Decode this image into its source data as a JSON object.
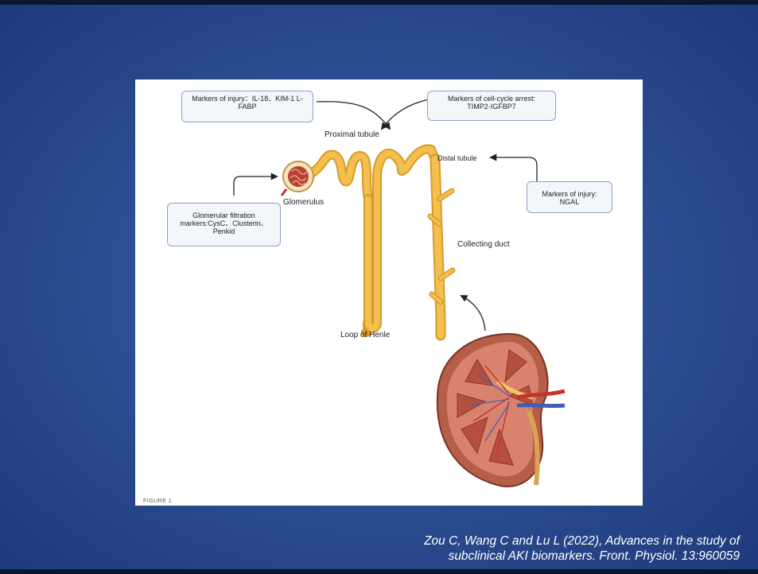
{
  "callouts": {
    "proximal_markers": "Markers of injury：IL-18、KIM-1 L-FABP",
    "cell_cycle_markers": "Markers of cell-cycle arrest: TIMP2·IGFBP7",
    "distal_markers": "Markers of injury: NGAL",
    "glomerular_markers": "Glomerular filtration markers:CysC、Clusterin、Penkid"
  },
  "labels": {
    "proximal_tubule": "Proximal  tubule",
    "distal_tubule": "Distal  tubule",
    "glomerulus": "Glomerulus",
    "collecting_duct": "Collecting duct",
    "loop_of_henle": "Loop of Henle"
  },
  "figure_caption": "FIGURE 1",
  "citation": {
    "line1": "Zou C, Wang C and Lu L (2022), Advances in the study of",
    "line2": "subclinical AKI biomarkers. Front. Physiol. 13:960059"
  },
  "colors": {
    "tubule": "#f3bf4e",
    "tubule_outline": "#d99a2b",
    "artery": "#c8322c",
    "vein": "#3e5fb4",
    "kidney_cortex": "#d9836f"
  }
}
